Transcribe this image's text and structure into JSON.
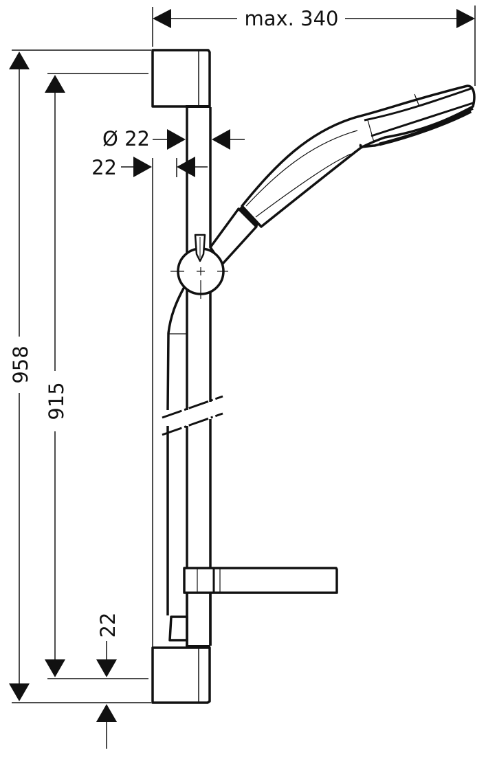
{
  "drawing": {
    "type": "technical-dimension-drawing",
    "subject": "shower rail set with hand shower and soap dish",
    "units": "mm",
    "line_color": "#111111",
    "background": "#ffffff"
  },
  "dimensions": {
    "max_projection": {
      "label": "max. 340",
      "value": 340,
      "qualifier": "max."
    },
    "rail_diameter": {
      "label": "Ø 22",
      "value": 22,
      "symbol": "Ø"
    },
    "wall_offset": {
      "label": "22",
      "value": 22
    },
    "overall_height": {
      "label": "958",
      "value": 958
    },
    "mounting_distance": {
      "label": "915",
      "value": 915
    },
    "bottom_offset": {
      "label": "22",
      "value": 22
    }
  },
  "components": [
    {
      "id": "top-wall-bracket",
      "label": "top wall bracket"
    },
    {
      "id": "slide-rail",
      "label": "slide rail"
    },
    {
      "id": "slider",
      "label": "adjustable slider with knob"
    },
    {
      "id": "hand-shower",
      "label": "hand shower"
    },
    {
      "id": "shower-hose",
      "label": "shower hose"
    },
    {
      "id": "soap-dish",
      "label": "soap dish"
    },
    {
      "id": "bottom-wall-bracket",
      "label": "bottom wall bracket"
    }
  ]
}
